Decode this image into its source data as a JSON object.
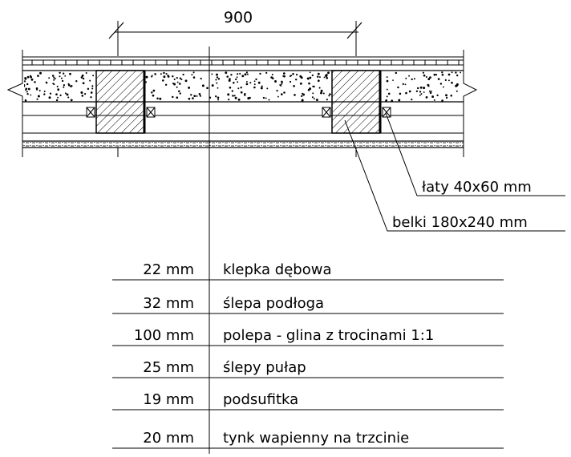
{
  "diagram": {
    "dimension": {
      "value": "900"
    },
    "callouts": [
      {
        "label": "łaty 40x60 mm"
      },
      {
        "label": "belki 180x240 mm"
      }
    ],
    "layers": [
      {
        "thickness": "22 mm",
        "description": "klepka dębowa"
      },
      {
        "thickness": "32 mm",
        "description": "ślepa podłoga"
      },
      {
        "thickness": "100 mm",
        "description": "polepa - glina z trocinami 1:1"
      },
      {
        "thickness": "25 mm",
        "description": "ślepy pułap"
      },
      {
        "thickness": "19 mm",
        "description": "podsufitka"
      },
      {
        "thickness": "20 mm",
        "description": "tynk wapienny na trzcinie"
      }
    ],
    "colors": {
      "line": "#000000",
      "background": "#ffffff"
    }
  }
}
